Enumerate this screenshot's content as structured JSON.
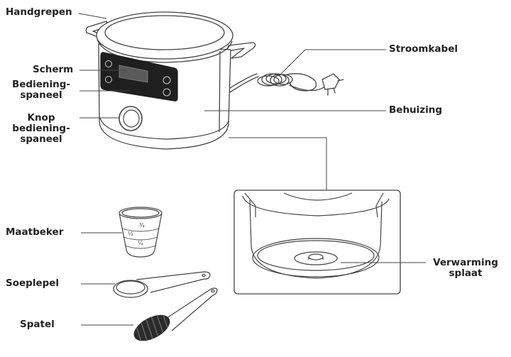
{
  "labels": {
    "handgrepen": "Handgrepen",
    "scherm": "Scherm",
    "bediening_1": "Bediening-",
    "bediening_2": "spaneel",
    "knop_1": "Knop",
    "knop_2": "bediening-",
    "knop_3": "spaneel",
    "stroomkabel": "Stroomkabel",
    "behuizing": "Behuizing",
    "maatbeker": "Maatbeker",
    "verwarming_1": "Verwarming",
    "verwarming_2": "splaat",
    "soeplepel": "Soeplepel",
    "spatel": "Spatel"
  },
  "cup_marks": {
    "three_quarter": "¾",
    "half": "½",
    "quarter": "¼"
  },
  "colors": {
    "line": "#444444",
    "panel": "#1f1f1f",
    "text": "#222222",
    "spatula": "#2b2b2b"
  }
}
